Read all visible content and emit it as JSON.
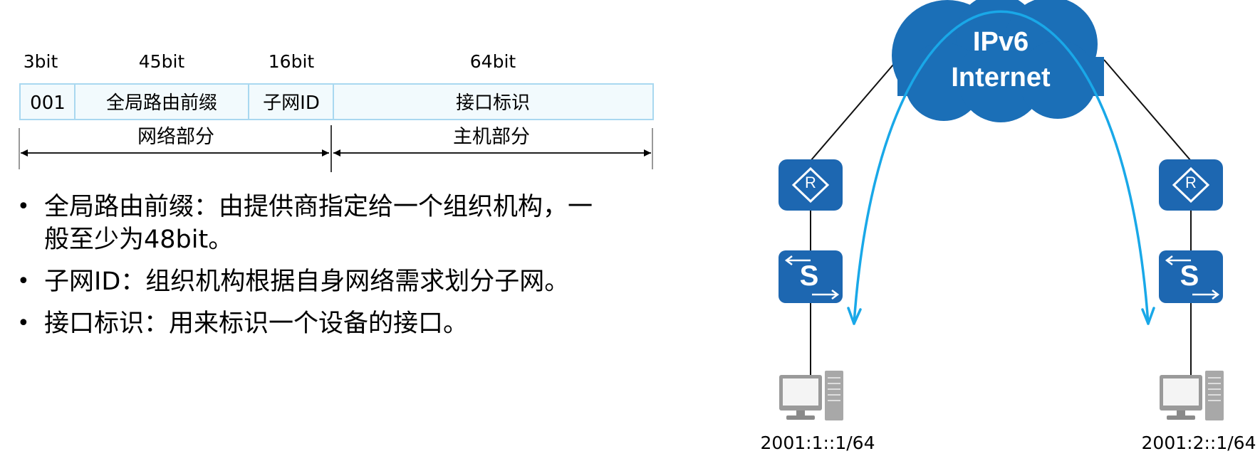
{
  "address_format": {
    "bit_widths": [
      "3bit",
      "45bit",
      "16bit",
      "64bit"
    ],
    "fields": [
      "001",
      "全局路由前缀",
      "子网ID",
      "接口标识"
    ],
    "parts": [
      "网络部分",
      "主机部分"
    ]
  },
  "bullets": [
    {
      "line1": "全局路由前缀：由提供商指定给一个组织机构，一",
      "line2": "般至少为48bit。"
    },
    {
      "line1": "子网ID：组织机构根据自身网络需求划分子网。"
    },
    {
      "line1": "接口标识：用来标识一个设备的接口。"
    }
  ],
  "bullet_symbol": "•",
  "cloud": {
    "line1": "IPv6",
    "line2": "Internet",
    "color": "#1b6fb7"
  },
  "hosts": {
    "left_address": "2001:1::1/64",
    "right_address": "2001:2::1/64"
  },
  "device_labels": {
    "router": "R",
    "switch": "S"
  },
  "colors": {
    "device": "#1d67b1",
    "arc": "#19a8e8",
    "table_border": "#a9d8f0",
    "table_fill": "#f2fafd"
  }
}
